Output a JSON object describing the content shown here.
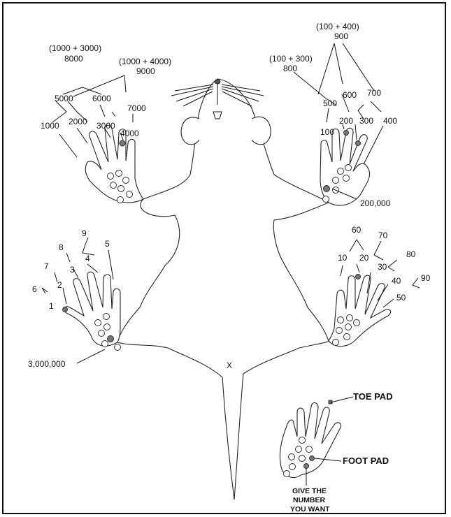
{
  "labels": {
    "right_hind": [
      "(1000 + 3000)",
      "8000",
      "(1000 + 4000)",
      "9000",
      "5000",
      "6000",
      "7000",
      "1000",
      "2000",
      "3000",
      "4000"
    ],
    "left_hind": [
      "(100 + 400)",
      "900",
      "(100 + 300)",
      "800",
      "500",
      "600",
      "700",
      "100",
      "200",
      "300",
      "400",
      "200,000"
    ],
    "right_fore": [
      "9",
      "8",
      "5",
      "7",
      "4",
      "3",
      "6",
      "2",
      "1",
      "3,000,000"
    ],
    "left_fore": [
      "60",
      "70",
      "80",
      "10",
      "20",
      "30",
      "40",
      "90",
      "50"
    ],
    "center_mark": "X"
  },
  "legend": {
    "toe_pad": "TOE PAD",
    "foot_pad": "FOOT PAD",
    "give_line1": "GIVE THE",
    "give_line2": "NUMBER",
    "give_line3": "YOU WANT"
  },
  "colors": {
    "line": "#111111",
    "marked_pad": "#777777"
  }
}
